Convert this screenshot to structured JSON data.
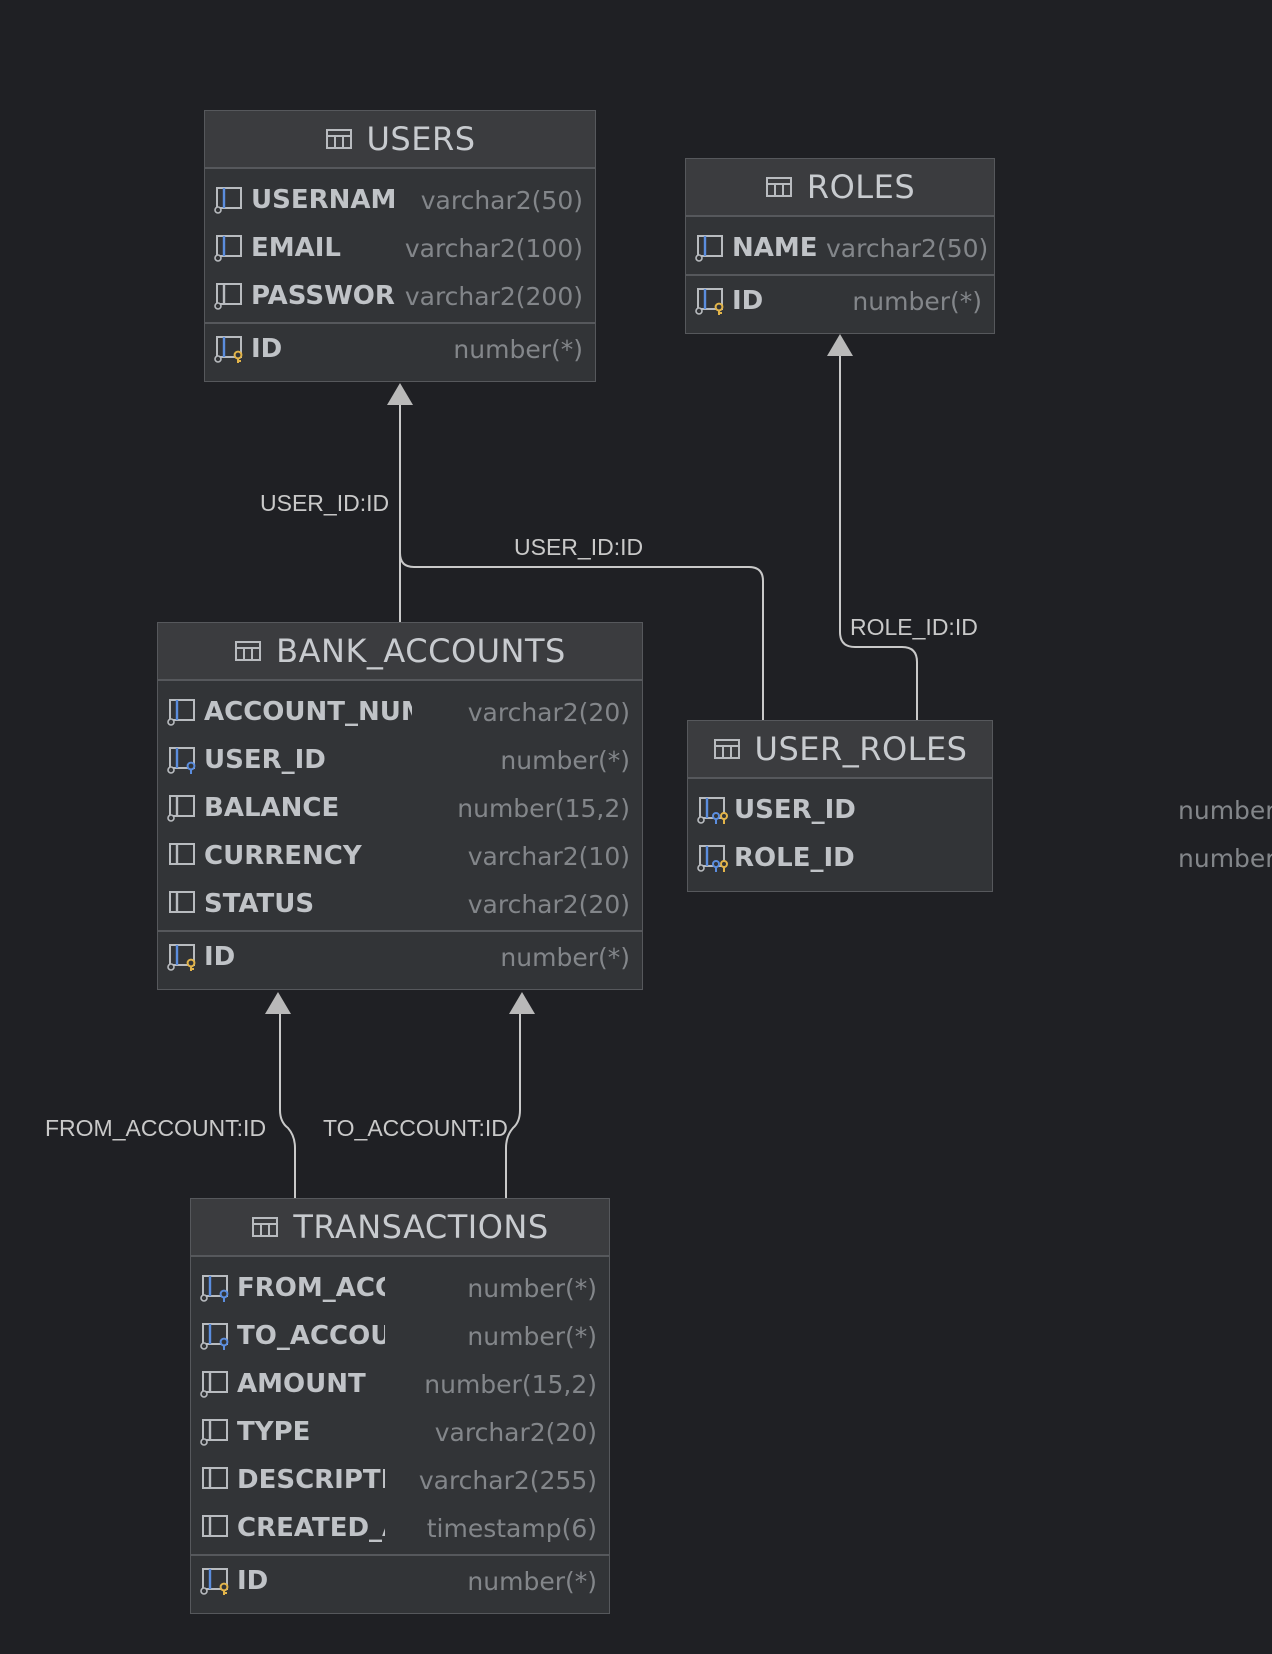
{
  "diagram": {
    "tables": [
      {
        "key": "users",
        "name": "USERS",
        "columns": [
          {
            "name": "USERNAME",
            "type": "varchar2(50)",
            "icon": "column-unique-icon"
          },
          {
            "name": "EMAIL",
            "type": "varchar2(100)",
            "icon": "column-unique-icon"
          },
          {
            "name": "PASSWORD",
            "type": "varchar2(200)",
            "icon": "column-notnull-icon"
          }
        ],
        "pk": {
          "name": "ID",
          "type": "number(*)",
          "icon": "primary-key-icon"
        }
      },
      {
        "key": "roles",
        "name": "ROLES",
        "columns": [
          {
            "name": "NAME",
            "type": "varchar2(50)",
            "icon": "column-unique-icon"
          }
        ],
        "pk": {
          "name": "ID",
          "type": "number(*)",
          "icon": "primary-key-icon"
        }
      },
      {
        "key": "bank_accounts",
        "name": "BANK_ACCOUNTS",
        "columns": [
          {
            "name": "ACCOUNT_NUMBER",
            "type": "varchar2(20)",
            "icon": "column-unique-icon"
          },
          {
            "name": "USER_ID",
            "type": "number(*)",
            "icon": "foreign-key-icon"
          },
          {
            "name": "BALANCE",
            "type": "number(15,2)",
            "icon": "column-notnull-icon"
          },
          {
            "name": "CURRENCY",
            "type": "varchar2(10)",
            "icon": "column-icon"
          },
          {
            "name": "STATUS",
            "type": "varchar2(20)",
            "icon": "column-icon"
          }
        ],
        "pk": {
          "name": "ID",
          "type": "number(*)",
          "icon": "primary-key-icon"
        }
      },
      {
        "key": "user_roles",
        "name": "USER_ROLES",
        "columns": [
          {
            "name": "USER_ID",
            "type": "number(*)",
            "icon": "pk-fk-icon"
          },
          {
            "name": "ROLE_ID",
            "type": "number(*)",
            "icon": "pk-fk-icon"
          }
        ],
        "pk": null
      },
      {
        "key": "transactions",
        "name": "TRANSACTIONS",
        "columns": [
          {
            "name": "FROM_ACCOUNT",
            "type": "number(*)",
            "icon": "foreign-key-icon"
          },
          {
            "name": "TO_ACCOUNT",
            "type": "number(*)",
            "icon": "foreign-key-icon"
          },
          {
            "name": "AMOUNT",
            "type": "number(15,2)",
            "icon": "column-notnull-icon"
          },
          {
            "name": "TYPE",
            "type": "varchar2(20)",
            "icon": "column-notnull-icon"
          },
          {
            "name": "DESCRIPTION",
            "type": "varchar2(255)",
            "icon": "column-icon"
          },
          {
            "name": "CREATED_AT",
            "type": "timestamp(6)",
            "icon": "column-icon"
          }
        ],
        "pk": {
          "name": "ID",
          "type": "number(*)",
          "icon": "primary-key-icon"
        }
      }
    ],
    "relations": [
      {
        "key": "ba_users",
        "label": "USER_ID:ID"
      },
      {
        "key": "ur_users",
        "label": "USER_ID:ID"
      },
      {
        "key": "ur_roles",
        "label": "ROLE_ID:ID"
      },
      {
        "key": "tx_from",
        "label": "FROM_ACCOUNT:ID"
      },
      {
        "key": "tx_to",
        "label": "TO_ACCOUNT:ID"
      }
    ],
    "colors": {
      "background": "#1f2024",
      "table_body": "#323437",
      "table_header": "#3b3c3f",
      "border": "#56585c",
      "edge": "#c9c9c9",
      "icon_blue": "#5b8dde",
      "icon_key_gold": "#e2b44a"
    }
  }
}
